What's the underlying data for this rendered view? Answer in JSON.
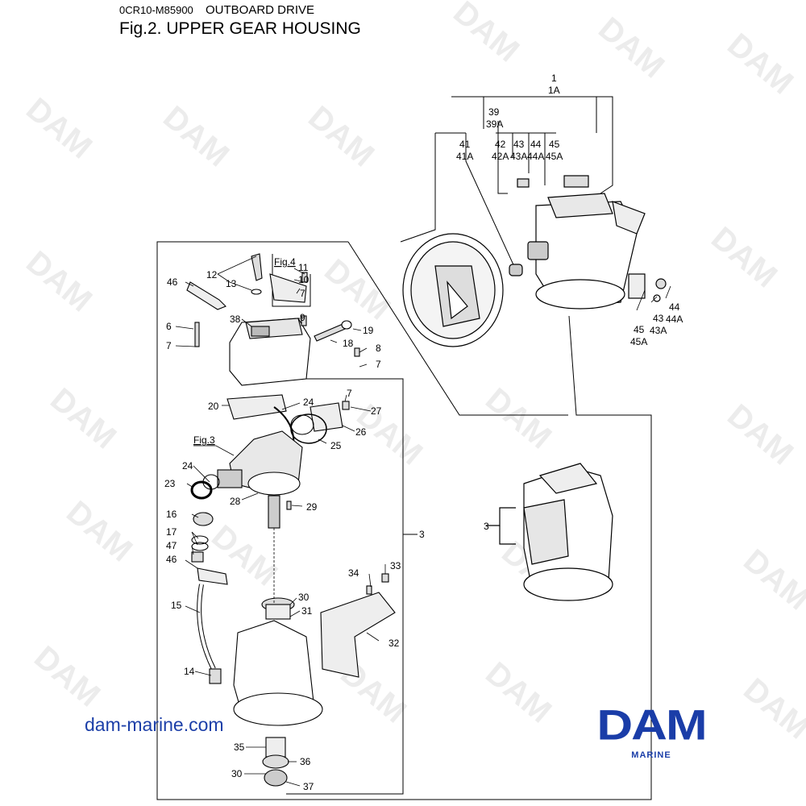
{
  "header": {
    "doc_code": "0CR10-M85900",
    "section": "OUTBOARD DRIVE",
    "figure_title": "Fig.2.  UPPER GEAR HOUSING"
  },
  "footer": {
    "website": "dam-marine.com",
    "logo_text": "DAM",
    "logo_sub": "MARINE"
  },
  "watermark": "DAM",
  "refs": {
    "fig4": "Fig.4",
    "fig3": "Fig.3"
  },
  "labels": {
    "l1": "1",
    "l1a": "1A",
    "l39": "39",
    "l39a": "39A",
    "l41": "41",
    "l41a": "41A",
    "l42": "42",
    "l42a": "42A",
    "l43": "43",
    "l43a": "43A",
    "l44": "44",
    "l44a": "44A",
    "l45": "45",
    "l45a": "45A",
    "r43": "43",
    "r43a": "43A",
    "r44": "44",
    "r44a": "44A",
    "r45": "45",
    "r45a": "45A",
    "l12": "12",
    "l13": "13",
    "l46": "46",
    "l11": "11",
    "l10": "10",
    "l7a": "7",
    "l9": "9",
    "l38": "38",
    "l19": "19",
    "l6": "6",
    "l7b": "7",
    "l18": "18",
    "l8": "8",
    "l7c": "7",
    "l20": "20",
    "l24a": "24",
    "l7d": "7",
    "l27": "27",
    "l26": "26",
    "l25": "25",
    "l24b": "24",
    "l23": "23",
    "l28": "28",
    "l29": "29",
    "l16": "16",
    "l17": "17",
    "l47": "47",
    "l46b": "46",
    "l3": "3",
    "l3b": "3",
    "l34": "34",
    "l33": "33",
    "l30a": "30",
    "l31": "31",
    "l15": "15",
    "l32": "32",
    "l14": "14",
    "l35": "35",
    "l36": "36",
    "l30b": "30",
    "l37": "37"
  }
}
